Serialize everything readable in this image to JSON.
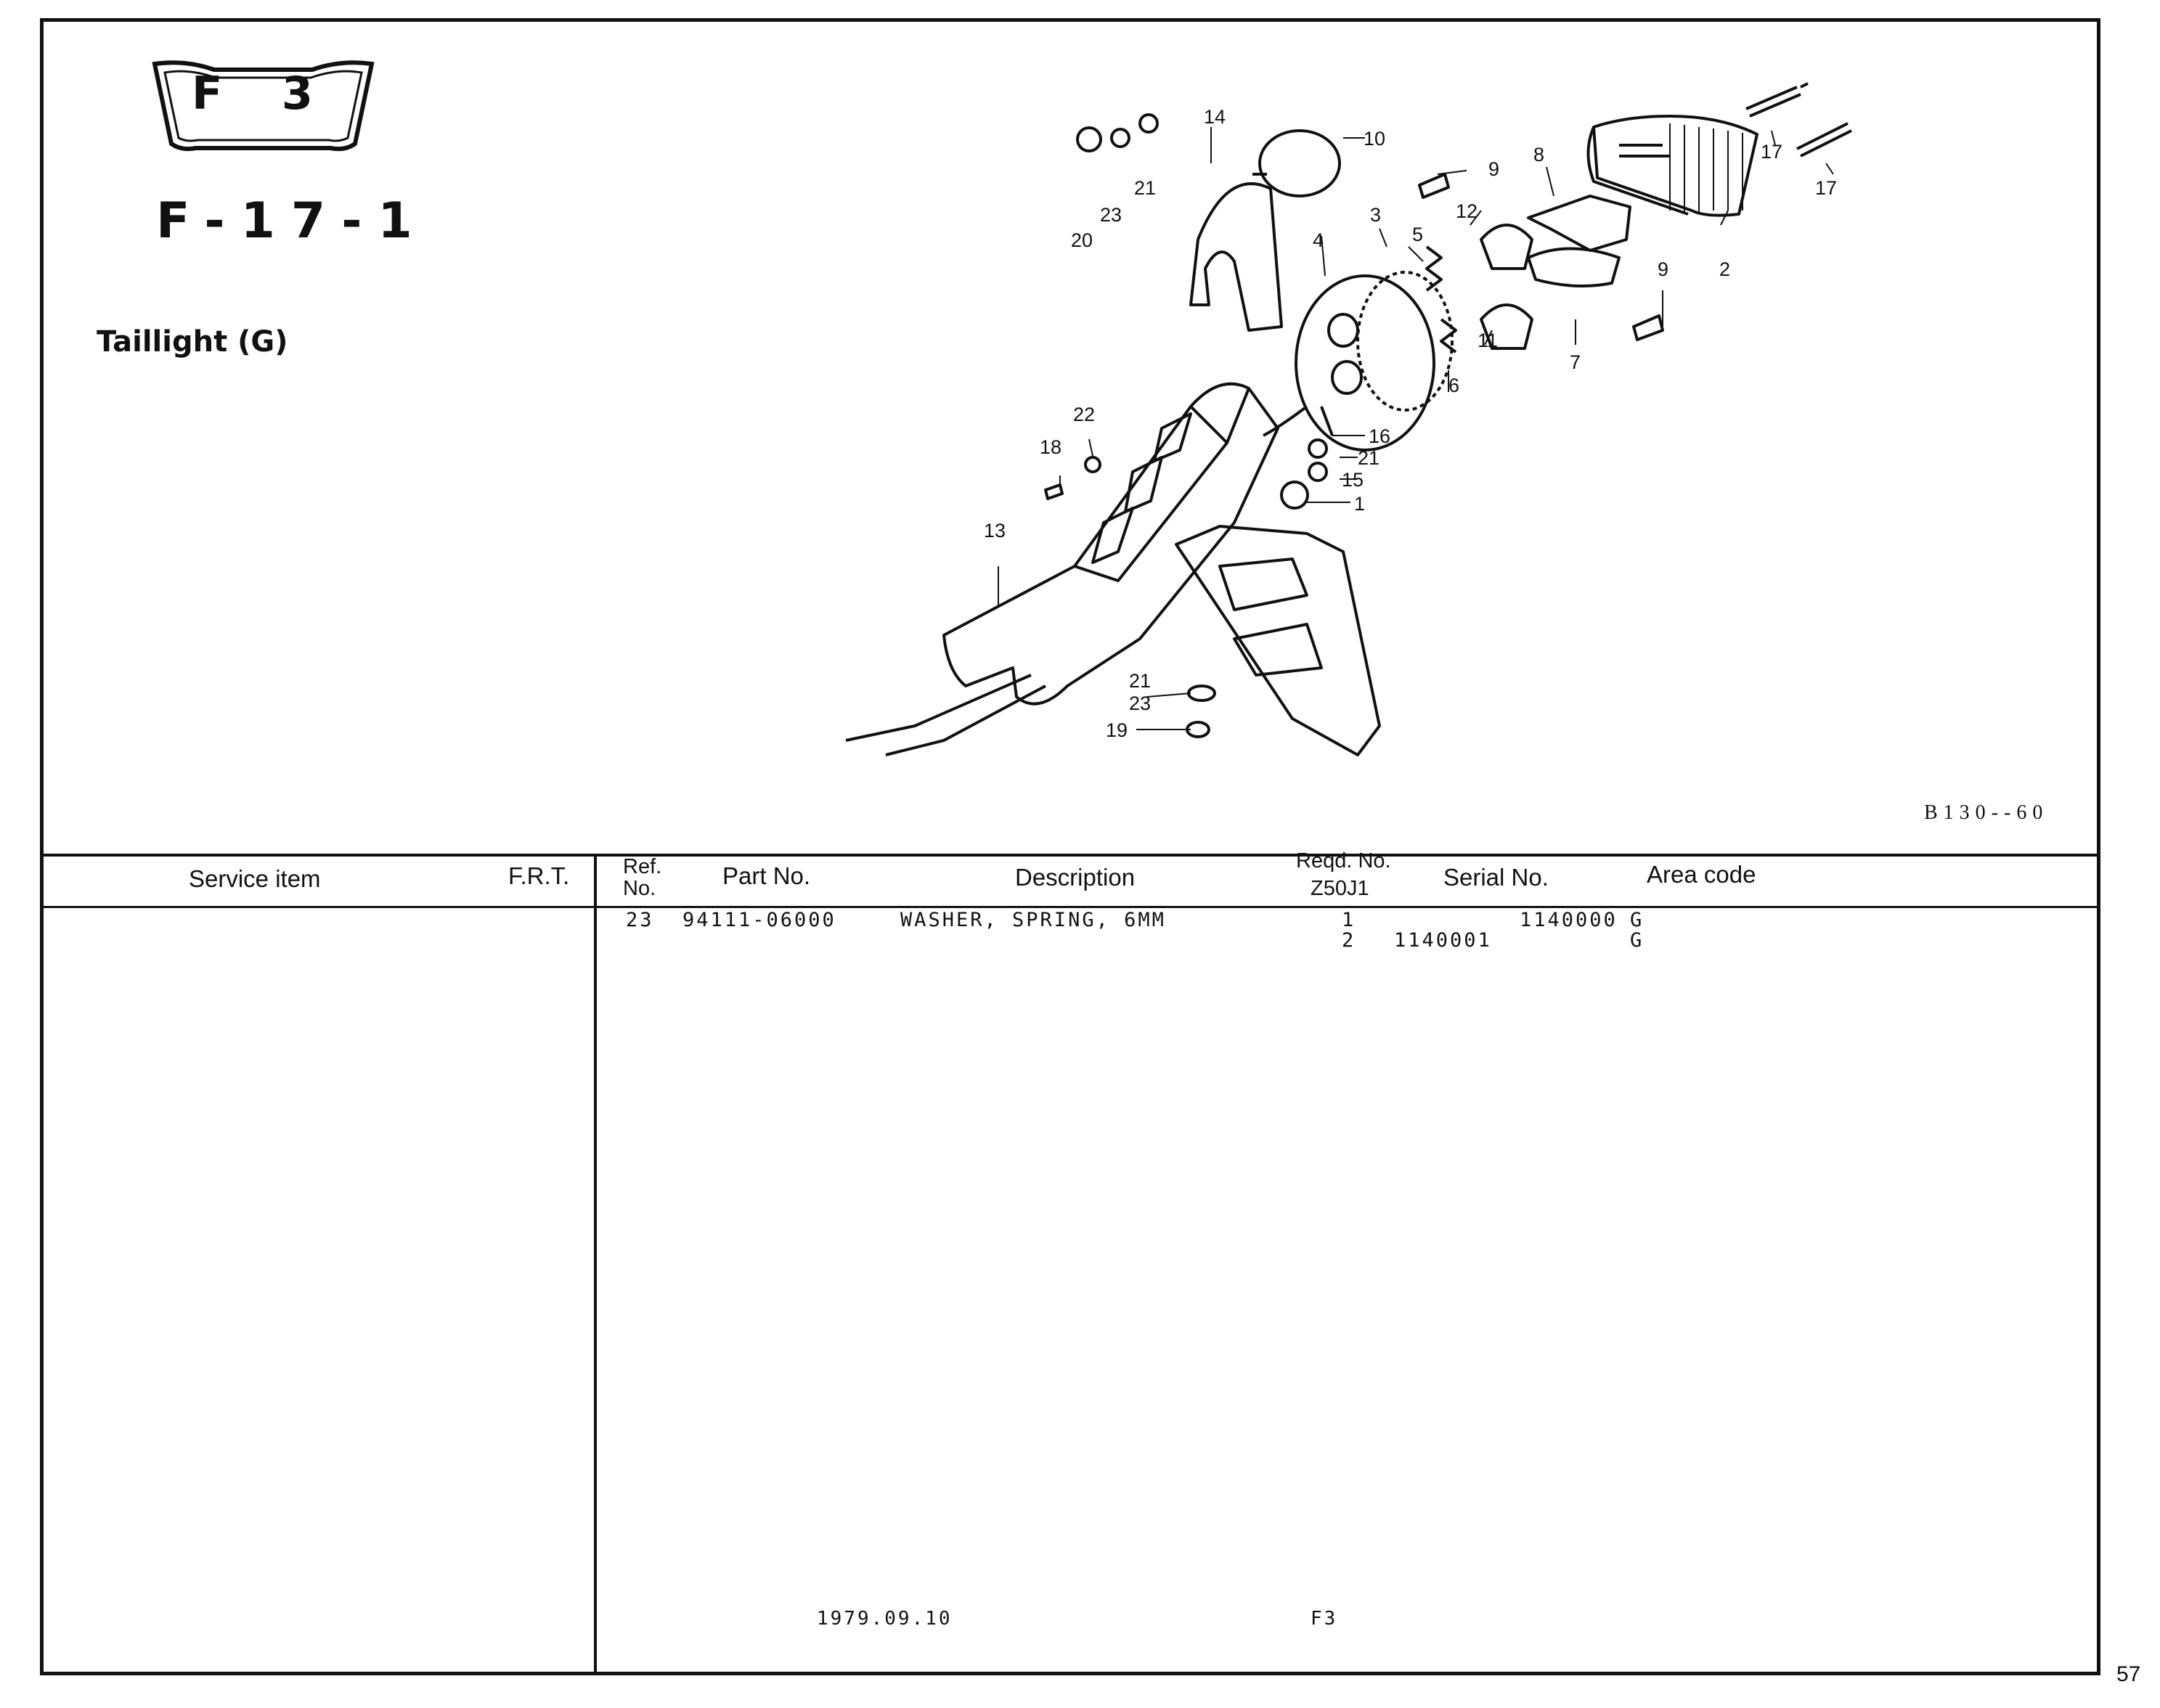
{
  "header": {
    "badge_label": "F 3",
    "page_code": "F-17-1",
    "title": "Taillight (G)"
  },
  "diagram": {
    "drawing_ref": "B130--60",
    "callouts": [
      "1",
      "2",
      "3",
      "4",
      "5",
      "6",
      "7",
      "8",
      "9",
      "9",
      "10",
      "11",
      "12",
      "13",
      "14",
      "15",
      "16",
      "17",
      "17",
      "18",
      "19",
      "20",
      "21",
      "21",
      "21",
      "22",
      "23",
      "23"
    ]
  },
  "table": {
    "headers": {
      "service_item": "Service item",
      "frt": "F.R.T.",
      "ref_no_1": "Ref.",
      "ref_no_2": "No.",
      "part_no": "Part No.",
      "description": "Description",
      "reqd_no_1": "Reqd. No.",
      "reqd_no_2": "Z50J1",
      "serial_no": "Serial No.",
      "area_code": "Area code"
    },
    "rows": [
      {
        "ref": "23",
        "part_no": "94111-06000",
        "description": "WASHER, SPRING, 6MM",
        "qty": "1",
        "serial_from": "",
        "serial_to": "1140000",
        "area": "G"
      },
      {
        "ref": "",
        "part_no": "",
        "description": "",
        "qty": "2",
        "serial_from": "1140001",
        "serial_to": "",
        "area": "G"
      }
    ]
  },
  "footer": {
    "date": "1979.09.10",
    "code": "F3"
  },
  "page_number": "57"
}
